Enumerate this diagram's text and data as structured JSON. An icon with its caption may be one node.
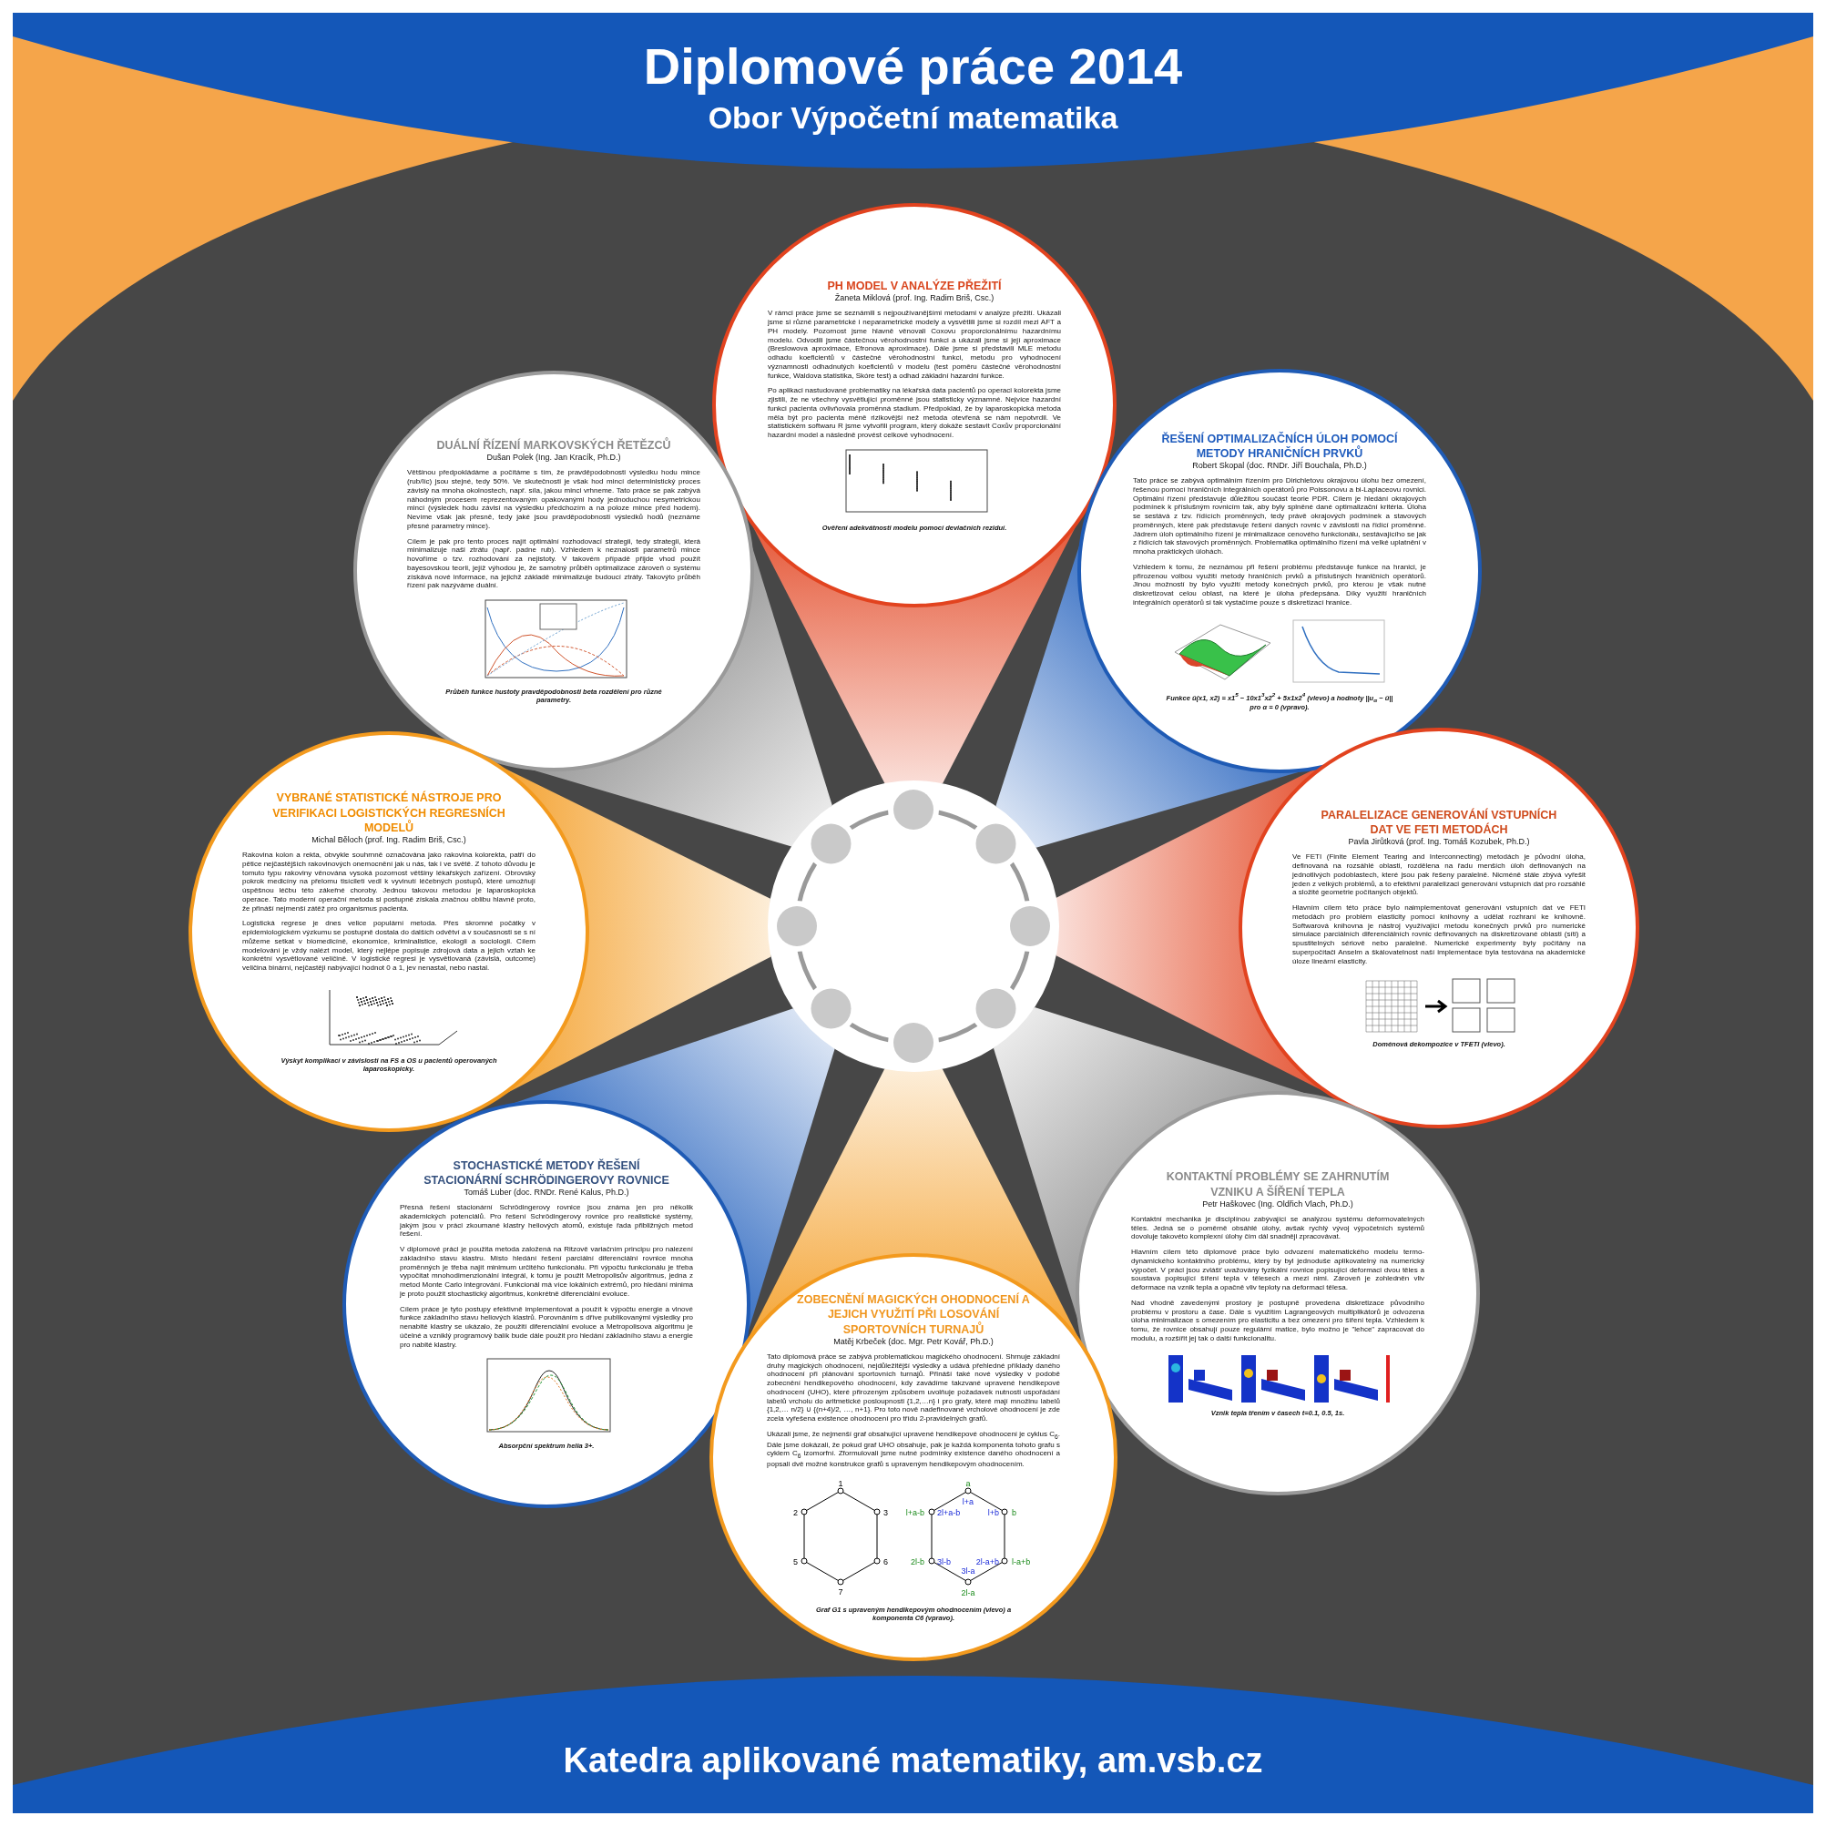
{
  "diagram": {
    "title": "Diplomové práce 2014",
    "nodes": [
      {
        "text": [],
        "shape": "circle"
      },
      {
        "text": [
          "PH MODEL V ANALÝZE PŘEŽITÍ",
          "Žaneta Miklová (prof. Ing. Radim Briš, Csc.)",
          "V rámci práce jsme se seznámili s nejpoužívanějšími metodami v analýze přežití. Ukázali jsme si různé parametrické i neparametrické modely a vysvětlili jsme si rozdíl mezi AFT a PH modely. Pozornost jsme hlavně věnovali Coxovu proporcionálnímu hazardnímu modelu. Odvodili jsme částečnou věrohodnostní funkci a ukázali jsme si její aproximace (Breslowova aproximace, Efronova aproximace). Dále jsme si představili MLE metodu odhadu koeficientů v částečné věrohodnostní funkci, metodu pro vyhodnocení významnosti odhadnutých koeficientů v modelu (test poměru částečné věrohodnostní funkce, Waldova statistika, Skóre test) a odhad základní hazardní funkce.",
          "Po aplikaci nastudované problematiky na lékařská data pacientů po operaci kolorekta jsme zjistili, že ne všechny vysvětlující proměnné jsou statisticky významné. Nejvíce hazardní funkci pacienta ovlivňovala proměnná stadium. Předpoklad, že by laparoskopická metoda měla být pro pacienta méně rizikovější než metoda otevřená se nám nepotvrdil. Ve statistickém softwaru R jsme vytvořili program, který dokáže sestavit Coxův proporcionální hazardní model a následně provést celkové vyhodnocení.",
          "Ověření adekvátnosti modelu pomocí deviačních reziduí."
        ]
      },
      {
        "text": [
          "DUÁLNÍ ŘÍZENÍ MARKOVSKÝCH ŘETĚZCŮ",
          "Dušan Polek (Ing. Jan Kracík, Ph.D.)",
          "Většinou předpokládáme a počítáme s tím, že pravděpodobnosti výsledku hodu mince (rub/líc) jsou stejné, tedy 50%. Ve skutečnosti je však hod mincí deterministický proces závislý na mnoha okolnostech, např. síla, jakou minci vrhneme. Tato práce se pak zabývá náhodným procesem reprezentovaným opakovanými hody jednoduchou nesymetrickou mincí (výsledek hodu závisí na výsledku předchozím a na poloze mince před hodem). Nevíme však jak přesně, tedy jaké jsou pravděpodobnosti výsledků hodů (neznáme přesné parametry mince).",
          "Cílem je pak pro tento proces najít optimální rozhodovací strategii, tedy strategii, která minimalizuje naši ztrátu (např. padne rub). Vzhledem k neznalosti parametrů mince hovoříme o tzv. rozhodování za nejistoty. V takovém případě přijde vhod použít bayesovskou teorii, jejíž výhodou je, že samotný průběh optimalizace zároveň o systému získává nové informace, na jejichž základě minimalizuje budoucí ztráty. Takovýto průběh řízení pak nazýváme duální.",
          "Průběh funkce hustoty pravděpodobnosti beta rozdělení pro různé parametry."
        ]
      },
      {
        "text": [
          "ŘEŠENÍ OPTIMALIZAČNÍCH ÚLOH POMOCÍ METODY HRANIČNÍCH PRVKŮ",
          "Robert Skopal (doc. RNDr. Jiří Bouchala, Ph.D.)",
          "Tato práce se zabývá optimálním řízením pro Dirichletovu okrajovou úlohu bez omezení, řešenou pomocí hraničních integrálních operátorů pro Poissonovu a bi-Laplaceovu rovnici. Optimální řízení představuje důležitou součást teorie PDR. Cílem je hledání okrajových podmínek k příslušným rovnicím tak, aby byly splněné dané optimalizační kritéria. Úloha se sestává z tzv. řídících proměnných, tedy právě okrajových podmínek a stavových proměnných, které pak představuje řešení daných rovnic v závislosti na řídící proměnné. Jádrem úloh optimálního řízení je minimalizace cenového funkcionálu, sestávajícího se jak z řídících tak stavových proměnných. Problematika optimálního řízení má velké uplatnění v mnoha praktických úlohách.",
          "Vzhledem k tomu, že neznámou při řešení problému představuje funkce na hranici, je přirozenou volbou využití metody hraničních prvků a příslušných hraničních operátorů. Jinou možností by bylo využití metody konečných prvků, pro kterou je však nutné diskretizovat celou oblast, na které je úloha předepsána. Díky využití hraničních integrálních operátorů si tak vystačíme pouze s diskretizací hranice.",
          "Funkce ū(x1, x2) = x1$^{5}$ − 10x1$^{3}$x2$^{2}$ + 5x1x2$^{4}$ (vlevo) a hodnoty ||u$_{α}$ − ū|| pro α = 0 (vpravo)."
        ]
      },
      {
        "text": [
          "VYBRANÉ STATISTICKÉ NÁSTROJE PRO VERIFIKACI LOGISTICKÝCH REGRESNÍCH MODELŮ",
          "Michal Běloch (prof. Ing. Radim Briš, Csc.)",
          "Rakovina kolon a rekta, obvykle souhrnně označována jako rakovina kolorekta, patří do pětice nejčastějších rakovinových onemocnění jak u nás, tak i ve světě. Z tohoto důvodu je tomuto typu rakoviny věnována vysoká pozornost většiny lékařských zařízení. Obrovský pokrok medicíny na přelomu tisíciletí vedl k vyvinutí léčebných postupů, které umožňují úspěšnou léčbu této zákeřné choroby. Jednou takovou metodou je laparoskopická operace. Tato moderní operační metoda si postupně získala značnou oblibu hlavně proto, že přináší nejmenší zátěž pro organismus pacienta.",
          "Logistická regrese je dnes velice populární metoda. Přes skromné počátky v epidemiologickém výzkumu se postupně dostala do dalších odvětví a v současnosti se s ní můžeme setkat v biomedicíně, ekonomice, kriminalistice, ekologii a sociologii. Cílem modelování je vždy nalézt model, který nejlépe popisuje zdrojová data a jejich vztah ke konkrétní vysvětlované veličině. V logistické regresi je vysvětlovaná (závislá, outcome) veličina binární, nejčastěji nabývající hodnot 0 a 1, jev nenastal, nebo nastal.",
          "Výskyt komplikací v závislosti na FS a OS u pacientů operovaných laparoskopicky."
        ]
      },
      {
        "text": [
          "PARALELIZACE GENEROVÁNÍ VSTUPNÍCH DAT VE FETI METODÁCH",
          "Pavla Jirůtková (prof. Ing. Tomáš Kozubek, Ph.D.)",
          "Ve FETI (Finite Element Tearing and Interconnecting) metodách je původní úloha, definovaná na rozsáhlé oblasti, rozdělena na řadu menších úloh definovaných na jednotlivých podoblastech, které jsou pak řešeny paralelně. Nicméně stále zbývá vyřešit jeden z velkých problémů, a to efektivní paralelizaci generování vstupních dat pro rozsáhlé a složité geometrie počítaných objektů.",
          "Hlavním cílem této práce bylo naimplementovat generování vstupních dat ve FETI metodách pro problém elasticity pomocí knihovny a udělat rozhraní ke knihovně. Softwarová knihovna je nástroj využívající metodu konečných prvků pro numerické simulace parciálních diferenciálních rovnic definovaných na diskretizované oblasti (síti) a spustitelných sériově nebo paralelně. Numerické experimenty byly počítány na superpočítači Anselm a škálovatelnost naší implementace byla testována na akademické úloze lineární elasticity.",
          "Doménová dekompozice v TFETI (vlevo)."
        ]
      },
      {
        "text": [
          "STOCHASTICKÉ METODY ŘEŠENÍ STACIONÁRNÍ SCHRÖDINGEROVY ROVNICE",
          "Tomáš Luber (doc. RNDr. René Kalus, Ph.D.)",
          "Přesná řešení stacionární Schrödingerovy rovnice jsou známa jen pro několik akademických potenciálů. Pro řešení Schrödingerovy rovnice pro realistické systémy, jakým jsou v práci zkoumané klastry heliových atomů, existuje řada přibližných metod řešení.",
          "V diplomové práci je použita metoda založená na Ritzově variačním principu pro nalezení základního stavu klastru. Místo hledání řešení parciální diferenciální rovnice mnoha proměnných je třeba najít minimum určitého funkcionálu. Při výpočtu funkcionálu je třeba vypočítat mnohodimenzionální integrál, k tomu je použit Metropolisův algoritmus, jedna z metod Monte Carlo integrování. Funkcionál má více lokálních extrémů, pro hledání minima je proto použit stochastický algoritmus, konkrétně diferenciální evoluce.",
          "Cílem práce je tyto postupy efektivně implementovat a použít k výpočtu energie a vlnové funkce základního stavu heliových klastrů. Porovnáním s dříve publikovanými výsledky pro nenabité klastry se ukázalo, že použití diferenciální evoluce a Metropolisova algoritmu je účelné a vzniklý programový balík bude dále použit pro hledání základního stavu a energie pro nabité klastry.",
          "Absorpční spektrum helia 3+."
        ]
      },
      {
        "text": [
          "KONTAKTNÍ PROBLÉMY SE ZAHRNUTÍM VZNIKU A ŠÍŘENÍ TEPLA",
          "Petr Haškovec (Ing. Oldřich Vlach, Ph.D.)",
          "Kontaktní mechanika je disciplínou zabývající se analýzou systému deformovatelných těles. Jedná se o poměrně obsáhlé úlohy, avšak rychlý vývoj výpočetních systémů dovoluje takovéto komplexní úlohy čím dál snadněji zpracovávat.",
          "Hlavním cílem této diplomové práce bylo odvození matematického modelu termo-dynamického kontaktního problému, který by byl jednoduše aplikovatelný na numerický výpočet. V práci jsou zvlášť uvažovány fyzikální rovnice popisující deformaci dvou těles a soustava popisující šíření tepla v tělesech a mezi nimi. Zároveň je zohledněn vliv deformace na vznik tepla a opačně vliv teploty na deformaci tělesa.",
          "Nad vhodně zavedenými prostory je postupně provedena diskretizace původního problému v prostoru a čase. Dále s využitím Lagrangeových multiplikátorů je odvozena úloha minimalizace s omezením pro elasticitu a bez omezení pro šíření tepla. Vzhledem k tomu, že rovnice obsahují pouze regulární matice, bylo možno je \"lehce\" zapracovat do modulu, a rozšířit jej tak o další funkcionalitu.",
          "Vznik tepla třením v časech t=0.1, 0.5, 1s."
        ]
      },
      {
        "text": [
          "ZOBECNĚNÍ MAGICKÝCH OHODNOCENÍ A JEJICH VYUŽITÍ PŘI LOSOVÁNÍ SPORTOVNÍCH TURNAJŮ",
          "Matěj Krbeček (doc. Mgr. Petr Kovář, Ph.D.)",
          "Tato diplomová práce se zabývá problematickou magického ohodnocení. Shrnuje základní druhy magických ohodnocení, nejdůležitější výsledky a udává přehledné příklady daného ohodnocení při plánování sportovních turnajů. Přináší také nové výsledky v podobě zobecnění hendikepového ohodnocení, kdy zavádíme takzvané upravené hendikepové ohodnocení (UHO), které přirozeným způsobem uvolňuje požadavek nutnosti uspořádání labelů vrcholu do aritmetické posloupnosti {1,2,…n} i pro grafy, které mají množinu labelů {1,2,… n/2} ∪ {(n+4)/2, …, n+1}. Pro toto nově nadefinované vrcholové ohodnocení je zde zcela vyřešena existence ohodnocení pro třídu 2-pravidelných grafů.",
          "Ukázali jsme, že nejmenší graf obsahující upravené hendikepové ohodnocení je cyklus C$_{6}$. Dále jsme dokázali, že pokud graf UHO obsahuje, pak je každá komponenta tohoto grafu s cyklem C$_{6}$ izomorfní. Zformulovali jsme nutné podmínky existence daného ohodnocení a popsali dvě možné konstrukce grafů s upraveným hendikepovým ohodnocením.",
          "Graf G1 s upraveným hendikepovým ohodnocením (vlevo) a komponenta C6 (vpravo)."
        ]
      }
    ],
    "edges": [
      {
        "from": 0,
        "to": 1,
        "arrow": "none",
        "color": "#e2431f"
      },
      {
        "from": 0,
        "to": 2,
        "arrow": "none",
        "color": "#8c8c8c"
      },
      {
        "from": 0,
        "to": 3,
        "arrow": "none",
        "color": "#2260bd"
      },
      {
        "from": 0,
        "to": 4,
        "arrow": "none",
        "color": "#f39a1e"
      },
      {
        "from": 0,
        "to": 5,
        "arrow": "none",
        "color": "#e2431f"
      },
      {
        "from": 0,
        "to": 6,
        "arrow": "none",
        "color": "#2260bd"
      },
      {
        "from": 0,
        "to": 7,
        "arrow": "none",
        "color": "#8c8c8c"
      },
      {
        "from": 0,
        "to": 8,
        "arrow": "none",
        "color": "#f39a1e"
      }
    ],
    "labels": [
      "Obor Výpočetní matematika",
      "Katedra aplikované matematiky, am.vsb.cz",
      "1",
      "2",
      "3",
      "5",
      "6",
      "7",
      "a",
      "l+a",
      "l+a-b",
      "2l+a-b",
      "l+b",
      "b",
      "2l-b",
      "3l-b",
      "2l-a+b",
      "l-a+b",
      "3l-a",
      "2l-a"
    ]
  }
}
